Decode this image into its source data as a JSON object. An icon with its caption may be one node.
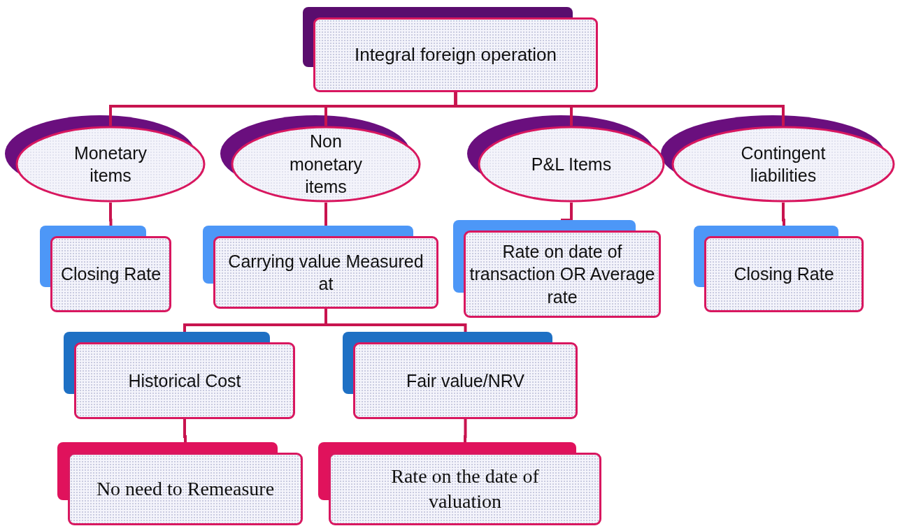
{
  "diagram": {
    "nodes": [
      {
        "text": [
          "Integral foreign operation"
        ]
      },
      {
        "text": [
          "Monetary items"
        ]
      },
      {
        "text": [
          "Non monetary items"
        ]
      },
      {
        "text": [
          "P&L Items"
        ]
      },
      {
        "text": [
          "Contingent liabilities"
        ]
      },
      {
        "text": [
          "Closing Rate"
        ]
      },
      {
        "text": [
          "Carrying value Measured at"
        ]
      },
      {
        "text": [
          "Rate on date of transaction OR Average rate"
        ]
      },
      {
        "text": [
          "Closing Rate"
        ]
      },
      {
        "text": [
          "Historical Cost"
        ]
      },
      {
        "text": [
          "Fair value/NRV"
        ]
      },
      {
        "text": [
          "No need to Remeasure"
        ]
      },
      {
        "text": [
          "Rate on the date of valuation"
        ]
      }
    ],
    "edges": [
      {
        "from": 0,
        "to": 1,
        "arrow": "none"
      },
      {
        "from": 0,
        "to": 2,
        "arrow": "none"
      },
      {
        "from": 0,
        "to": 3,
        "arrow": "none"
      },
      {
        "from": 0,
        "to": 4,
        "arrow": "none"
      },
      {
        "from": 1,
        "to": 5,
        "arrow": "none"
      },
      {
        "from": 2,
        "to": 6,
        "arrow": "none"
      },
      {
        "from": 3,
        "to": 7,
        "arrow": "none"
      },
      {
        "from": 4,
        "to": 8,
        "arrow": "none"
      },
      {
        "from": 6,
        "to": 9,
        "arrow": "none"
      },
      {
        "from": 6,
        "to": 10,
        "arrow": "none"
      },
      {
        "from": 9,
        "to": 11,
        "arrow": "none"
      },
      {
        "from": 10,
        "to": 12,
        "arrow": "none"
      }
    ]
  }
}
